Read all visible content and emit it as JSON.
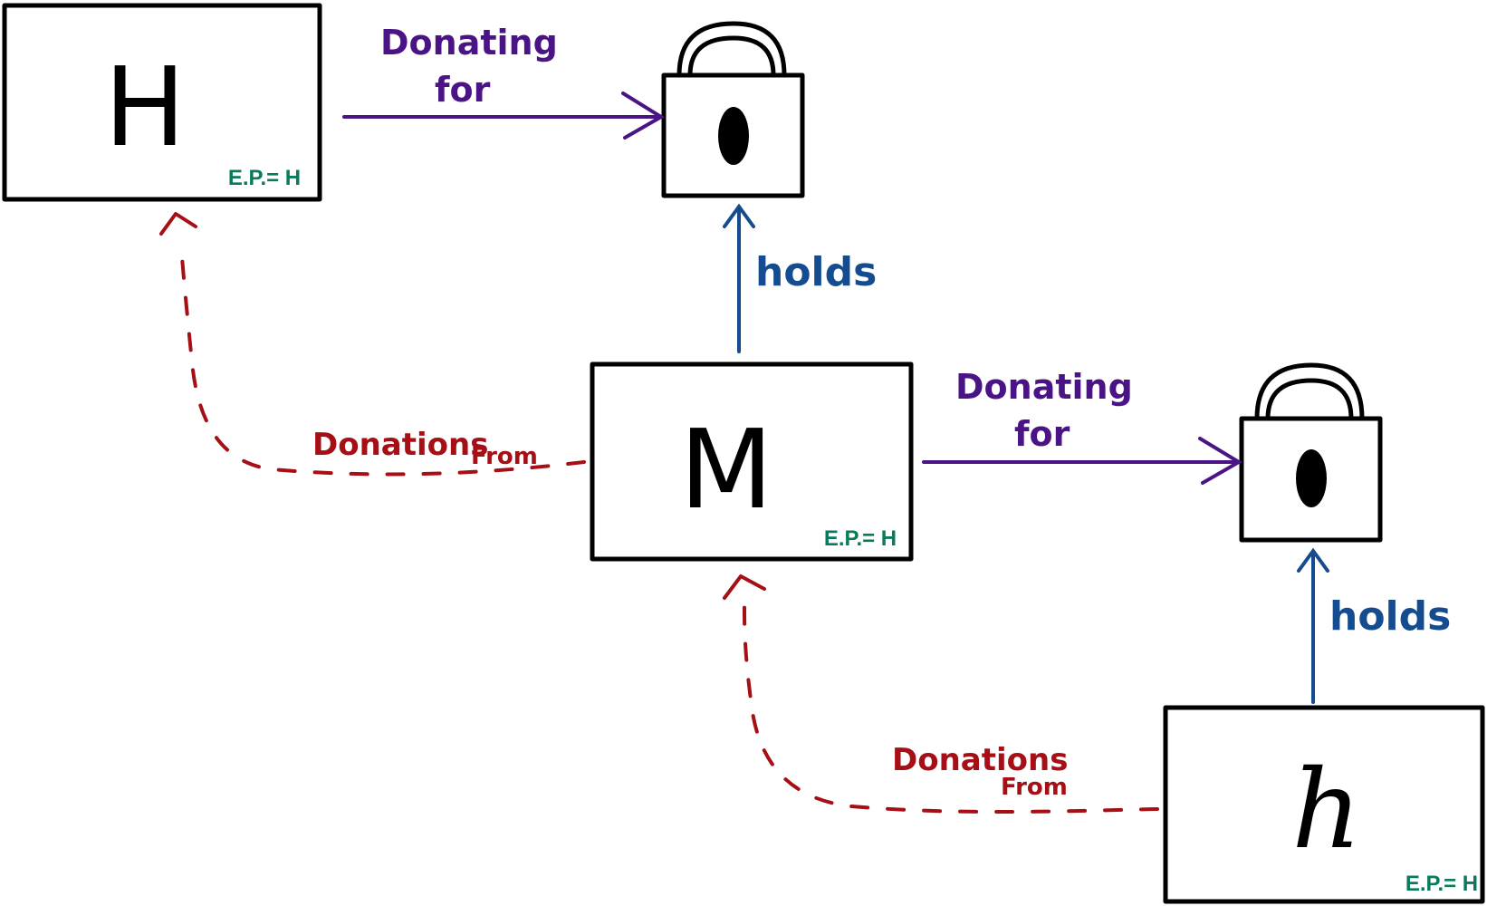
{
  "nodes": {
    "H": {
      "letter": "H",
      "ep": "E.P.= H"
    },
    "M": {
      "letter": "M",
      "ep": "E.P.= H"
    },
    "L": {
      "letter": "h",
      "ep": "E.P.= H"
    }
  },
  "labels": {
    "donating_line1": "Donating",
    "donating_line2": "for",
    "holds": "holds",
    "donations": "Donations",
    "from": "From"
  },
  "colors": {
    "donating": "#4a1486",
    "holds": "#154c8f",
    "donations_from": "#a50f15",
    "ep": "#0a7a5c"
  },
  "icons": [
    "lock-icon"
  ]
}
